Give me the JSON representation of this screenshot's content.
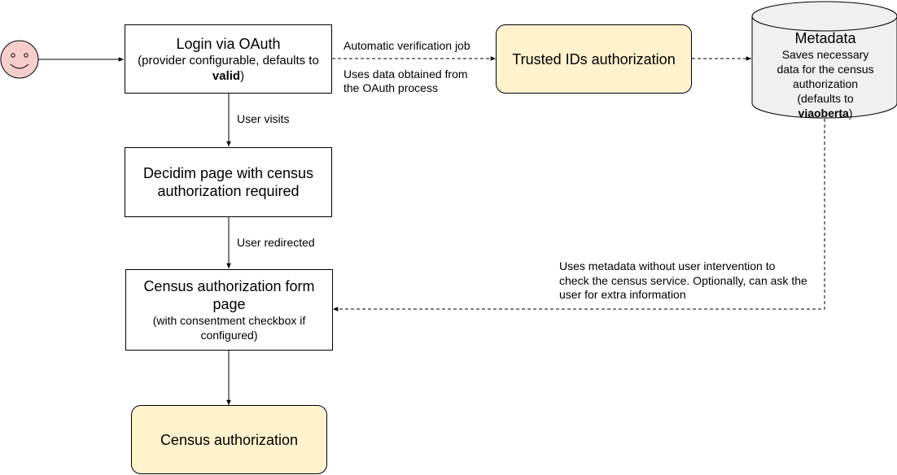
{
  "nodes": {
    "login": {
      "title": "Login via OAuth",
      "sub_before": "(provider configurable, defaults to ",
      "sub_bold": "valid",
      "sub_after": ")"
    },
    "trusted_ids": {
      "title": "Trusted IDs authorization"
    },
    "metadata": {
      "title": "Metadata",
      "desc_before": "Saves necessary data for the census authorization (defaults to ",
      "desc_bold": "viaoberta",
      "desc_after": ")"
    },
    "decidim_page": {
      "title": "Decidim page with census authorization required"
    },
    "census_form": {
      "title": "Census authorization form page",
      "sub": "(with consentment checkbox if configured)"
    },
    "census_auth": {
      "title": "Census authorization"
    }
  },
  "edges": {
    "automatic_job": "Automatic verification job",
    "uses_oauth_data_1": "Uses data obtained from",
    "uses_oauth_data_2": "the OAuth process",
    "user_visits": "User visits",
    "user_redirected": "User redirected",
    "metadata_usage_1": "Uses metadata without user intervention to",
    "metadata_usage_2": "check the census service. Optionally, can ask the",
    "metadata_usage_3": "user for extra information"
  },
  "colors": {
    "actor_fill": "#f8cecc",
    "highlight_fill": "#fff2cc",
    "db_fill": "#f0f0f0",
    "stroke": "#000000"
  },
  "icons": {
    "actor": "smiley-face-icon"
  }
}
